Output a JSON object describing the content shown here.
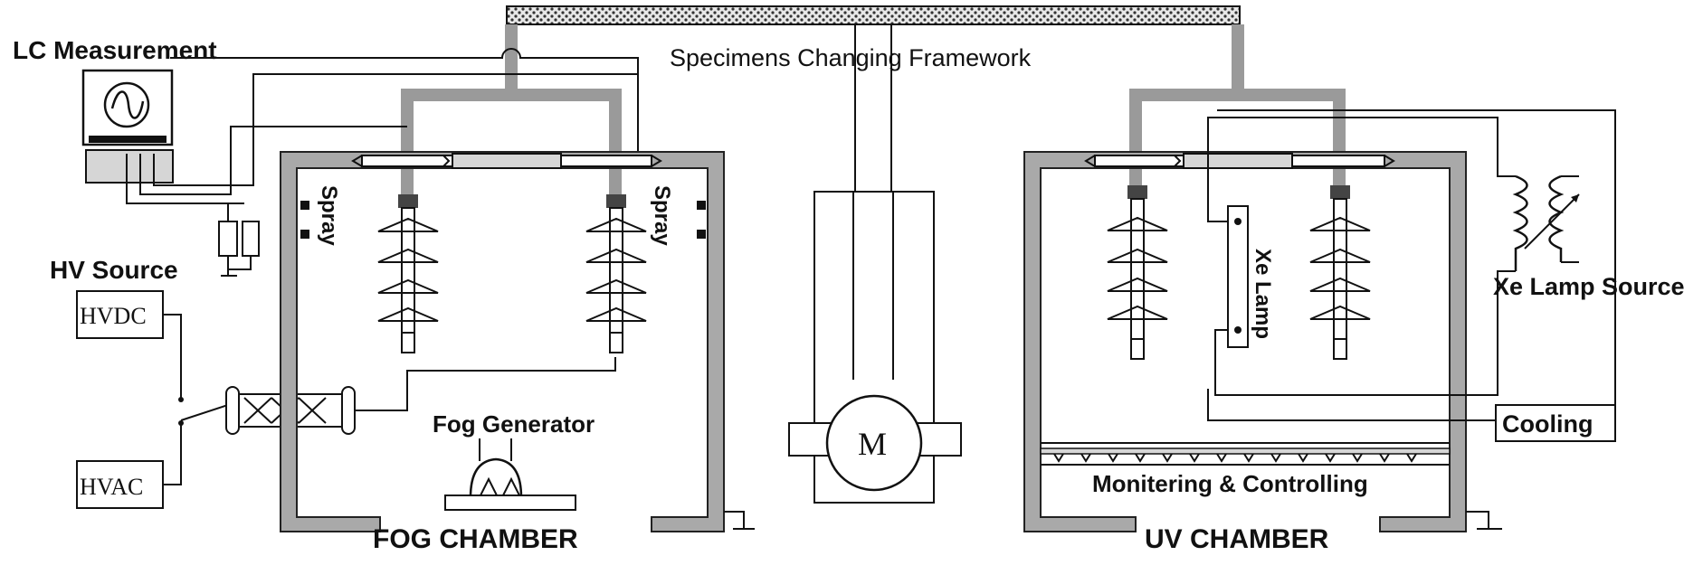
{
  "labels": {
    "lc_measurement": "LC Measurement",
    "framework": "Specimens Changing Framework",
    "hv_source": "HV Source",
    "hvdc": "HVDC",
    "hvac": "HVAC",
    "spray": "Spray",
    "fog_generator": "Fog Generator",
    "fog_chamber": "FOG CHAMBER",
    "motor": "M",
    "uv_chamber": "UV CHAMBER",
    "xe_lamp": "Xe Lamp",
    "xe_lamp_source": "Xe Lamp Source",
    "cooling": "Cooling",
    "monitoring": "Monitering & Controlling"
  },
  "colors": {
    "line": "#111111",
    "wall": "#a9a9a9",
    "rod": "#9a9a9a",
    "background": "#ffffff"
  }
}
